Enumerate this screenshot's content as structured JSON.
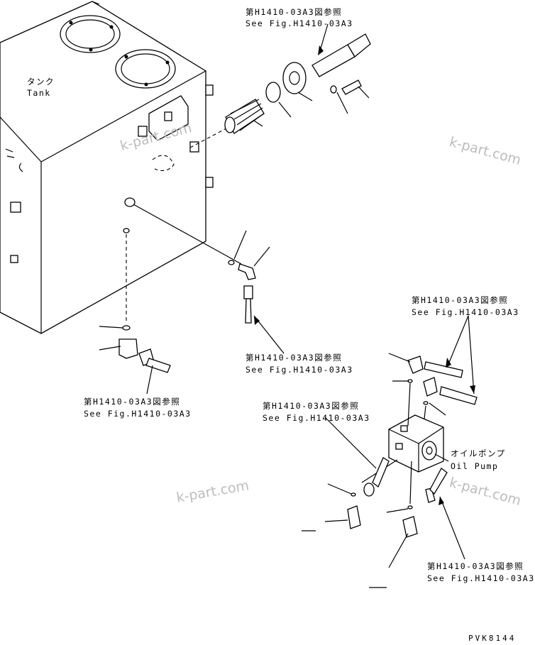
{
  "labels": {
    "tank_jp": "タンク",
    "tank_en": "Tank",
    "pump_jp": "オイルポンプ",
    "pump_en": "Oil Pump",
    "ref_jp": "第H1410-03A3図参照",
    "ref_en": "See Fig.H1410-03A3"
  },
  "watermark": "k-part.com",
  "drawing_code": "PVK8144"
}
